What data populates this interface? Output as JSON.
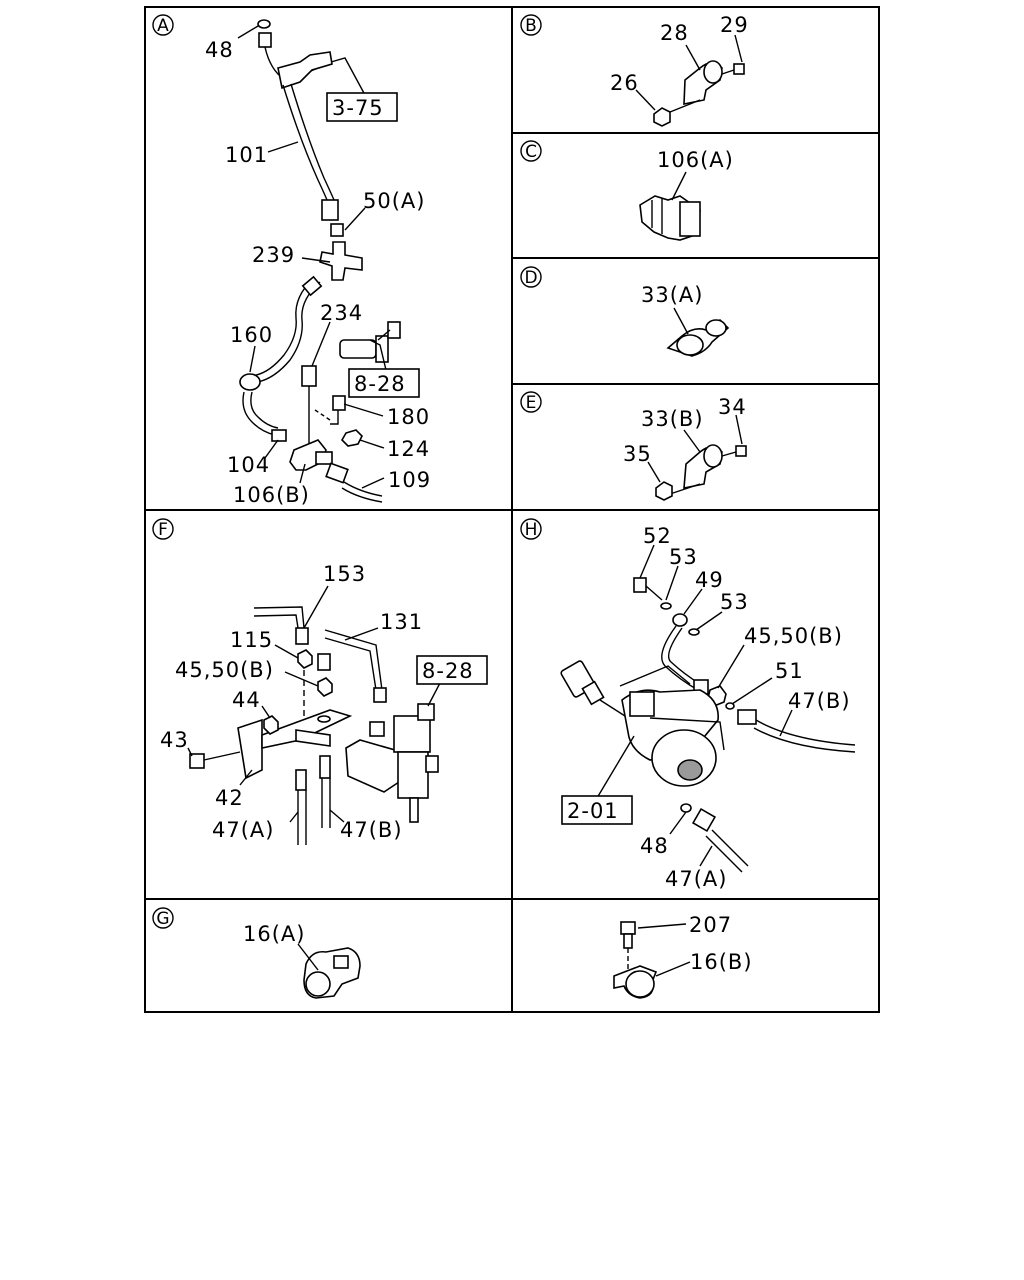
{
  "panels": {
    "A": "A",
    "B": "B",
    "C": "C",
    "D": "D",
    "E": "E",
    "F": "F",
    "G": "G",
    "H": "H"
  },
  "callouts": {
    "A": {
      "c48": "48",
      "ref_3_75": "3-75",
      "c101": "101",
      "c50a": "50(A)",
      "c239": "239",
      "c234": "234",
      "c160": "160",
      "ref_8_28": "8-28",
      "c180": "180",
      "c124": "124",
      "c104": "104",
      "c109": "109",
      "c106b": "106(B)"
    },
    "B": {
      "c28": "28",
      "c29": "29",
      "c26": "26"
    },
    "C": {
      "c106a": "106(A)"
    },
    "D": {
      "c33a": "33(A)"
    },
    "E": {
      "c33b": "33(B)",
      "c34": "34",
      "c35": "35"
    },
    "F": {
      "c153": "153",
      "c131": "131",
      "c115": "115",
      "c4550b": "45,50(B)",
      "c44": "44",
      "c43": "43",
      "c42": "42",
      "ref_8_28": "8-28",
      "c47a": "47(A)",
      "c47b": "47(B)"
    },
    "G": {
      "c16a": "16(A)"
    },
    "GH": {
      "c207": "207",
      "c16b": "16(B)"
    },
    "H": {
      "c52": "52",
      "c53a": "53",
      "c49": "49",
      "c53b": "53",
      "c4550b": "45,50(B)",
      "c51": "51",
      "c47b": "47(B)",
      "ref_2_01": "2-01",
      "c48": "48",
      "c47a": "47(A)"
    }
  }
}
